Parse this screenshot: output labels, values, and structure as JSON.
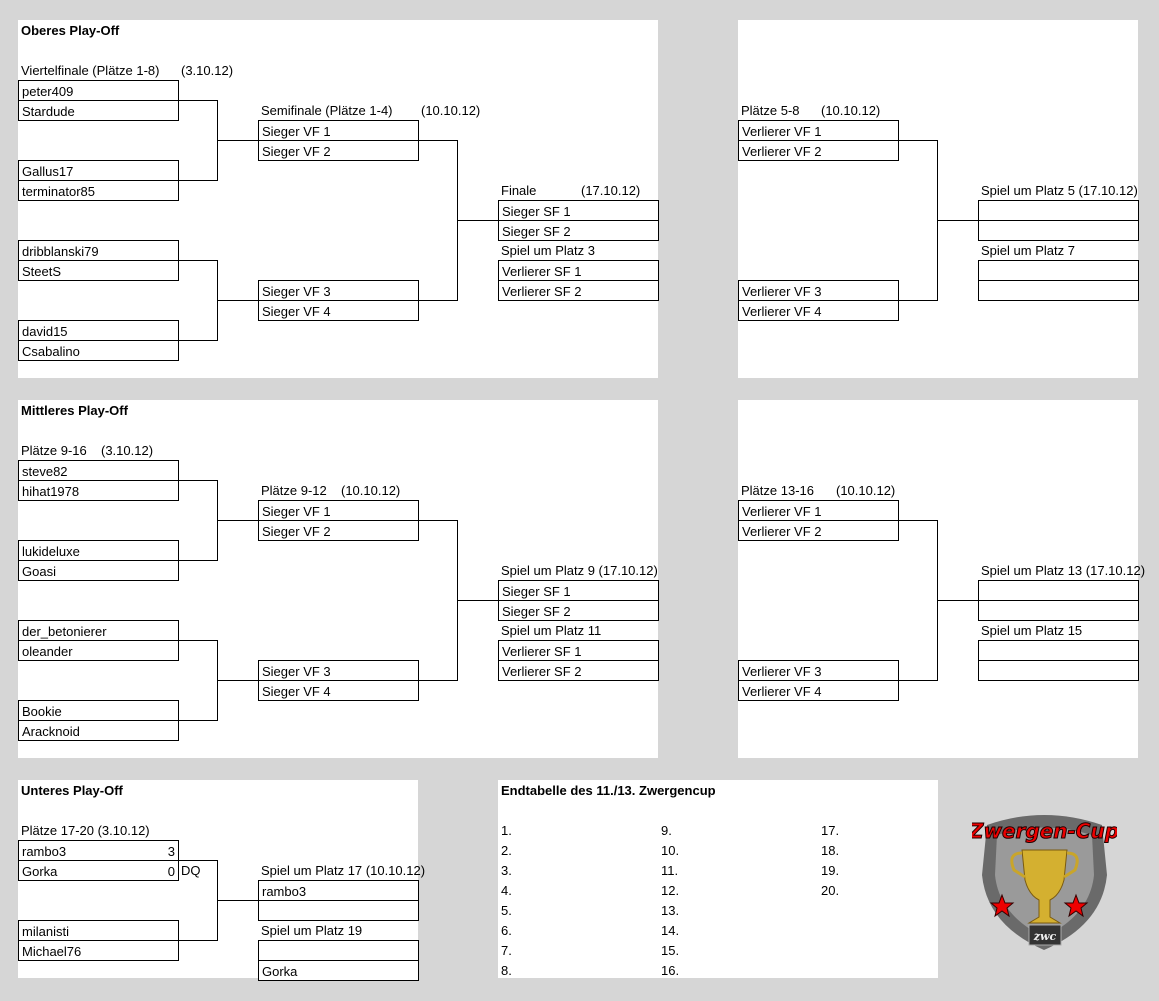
{
  "upper": {
    "title": "Oberes Play-Off",
    "qf_label": "Viertelfinale (Plätze 1-8)",
    "qf_date": "(3.10.12)",
    "qf": [
      [
        "peter409",
        "Stardude"
      ],
      [
        "Gallus17",
        "terminator85"
      ],
      [
        "dribblanski79",
        "SteetS"
      ],
      [
        "david15",
        "Csabalino"
      ]
    ],
    "sf_label": "Semifinale (Plätze 1-4)",
    "sf_date": "(10.10.12)",
    "sf": [
      [
        "Sieger VF 1",
        "Sieger VF 2"
      ],
      [
        "Sieger VF 3",
        "Sieger VF 4"
      ]
    ],
    "final_label": "Finale",
    "final_date": "(17.10.12)",
    "final": [
      "Sieger SF 1",
      "Sieger SF 2"
    ],
    "third_label": "Spiel um Platz 3",
    "third": [
      "Verlierer SF 1",
      "Verlierer SF 2"
    ],
    "p58_label": "Plätze 5-8",
    "p58_date": "(10.10.12)",
    "p58": [
      [
        "Verlierer VF 1",
        "Verlierer VF 2"
      ],
      [
        "Verlierer VF 3",
        "Verlierer VF 4"
      ]
    ],
    "p5_label": "Spiel um Platz 5 (17.10.12)",
    "p7_label": "Spiel um Platz 7"
  },
  "middle": {
    "title": "Mittleres Play-Off",
    "qf_label": "Plätze 9-16",
    "qf_date": "(3.10.12)",
    "qf": [
      [
        "steve82",
        "hihat1978"
      ],
      [
        "lukideluxe",
        "Goasi"
      ],
      [
        "der_betonierer",
        "oleander"
      ],
      [
        "Bookie",
        "Aracknoid"
      ]
    ],
    "sf_label": "Plätze 9-12",
    "sf_date": "(10.10.12)",
    "sf": [
      [
        "Sieger VF 1",
        "Sieger VF 2"
      ],
      [
        "Sieger VF 3",
        "Sieger VF 4"
      ]
    ],
    "p9_label": "Spiel um Platz 9 (17.10.12)",
    "p9": [
      "Sieger SF 1",
      "Sieger SF 2"
    ],
    "p11_label": "Spiel um Platz 11",
    "p11": [
      "Verlierer SF 1",
      "Verlierer SF 2"
    ],
    "p1316_label": "Plätze 13-16",
    "p1316_date": "(10.10.12)",
    "p1316": [
      [
        "Verlierer VF 1",
        "Verlierer VF 2"
      ],
      [
        "Verlierer VF 3",
        "Verlierer VF 4"
      ]
    ],
    "p13_label": "Spiel um Platz 13 (17.10.12)",
    "p15_label": "Spiel um Platz 15"
  },
  "lower": {
    "title": "Unteres Play-Off",
    "r1_label": "Plätze 17-20  (3.10.12)",
    "m1": [
      {
        "name": "rambo3",
        "score": "3"
      },
      {
        "name": "Gorka",
        "score": "0",
        "note": "DQ"
      }
    ],
    "m2": [
      "milanisti",
      "Michael76"
    ],
    "p17_label": "Spiel um Platz 17 (10.10.12)",
    "p17": [
      "rambo3",
      ""
    ],
    "p19_label": "Spiel um Platz 19",
    "p19": [
      "",
      "Gorka"
    ]
  },
  "table": {
    "title": "Endtabelle des 11./13. Zwergencup",
    "col1": [
      "1.",
      "2.",
      "3.",
      "4.",
      "5.",
      "6.",
      "7.",
      "8."
    ],
    "col2": [
      "9.",
      "10.",
      "11.",
      "12.",
      "13.",
      "14.",
      "15.",
      "16."
    ],
    "col3": [
      "17.",
      "18.",
      "19.",
      "20."
    ]
  },
  "logo": {
    "text": "Zwergen-Cup",
    "plate": "ZWC"
  }
}
